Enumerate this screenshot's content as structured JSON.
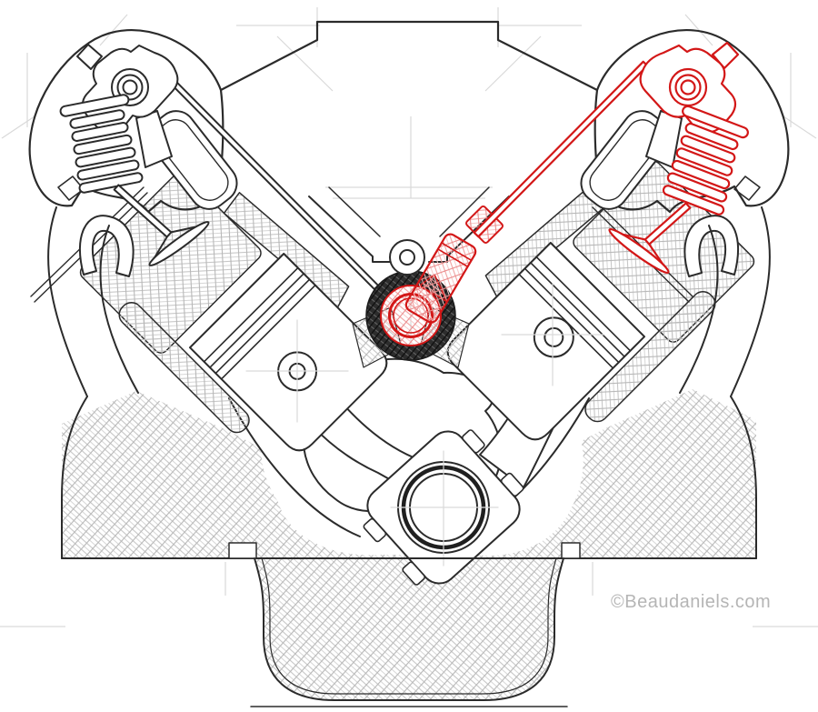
{
  "figure": {
    "subject": "V-type engine cross-section cutaway illustration",
    "highlighted_parts": [
      "rocker arm",
      "valve spring",
      "valve",
      "pushrod",
      "valve lifter",
      "camshaft lobe"
    ],
    "highlight_color": "#d31717",
    "line_color": "#2b2b2b",
    "hatch_color": "#bdbdbd",
    "construction_line_color": "#d9d9d9",
    "background_color": "#ffffff"
  },
  "watermark": {
    "text": "©Beaudaniels.com",
    "color": "#b5b5b5"
  }
}
